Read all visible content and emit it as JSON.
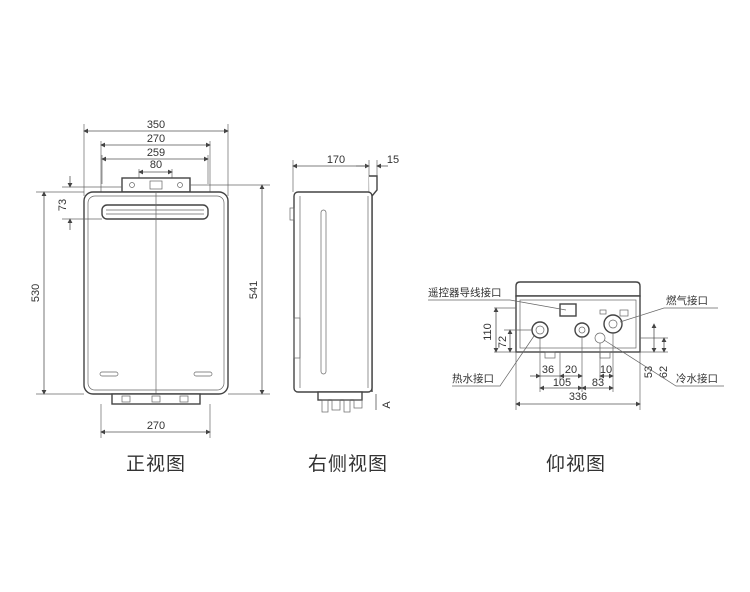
{
  "front_view": {
    "title": "正视图",
    "dims": {
      "w350": "350",
      "w270_top": "270",
      "w259": "259",
      "w80": "80",
      "h73": "73",
      "h530": "530",
      "h541": "541",
      "w270_bottom": "270"
    }
  },
  "side_view": {
    "title": "右侧视图",
    "dims": {
      "d170": "170",
      "d15": "15",
      "marker_a": "A"
    }
  },
  "bottom_view": {
    "title": "仰视图",
    "dims": {
      "h110": "110",
      "h72": "72",
      "w36": "36",
      "w20": "20",
      "w10": "10",
      "w105": "105",
      "w83": "83",
      "w336": "336",
      "h53": "53",
      "h62": "62"
    },
    "labels": {
      "remote_port": "遥控器导线接口",
      "gas_port": "燃气接口",
      "hot_water_port": "热水接口",
      "cold_water_port": "冷水接口"
    }
  }
}
